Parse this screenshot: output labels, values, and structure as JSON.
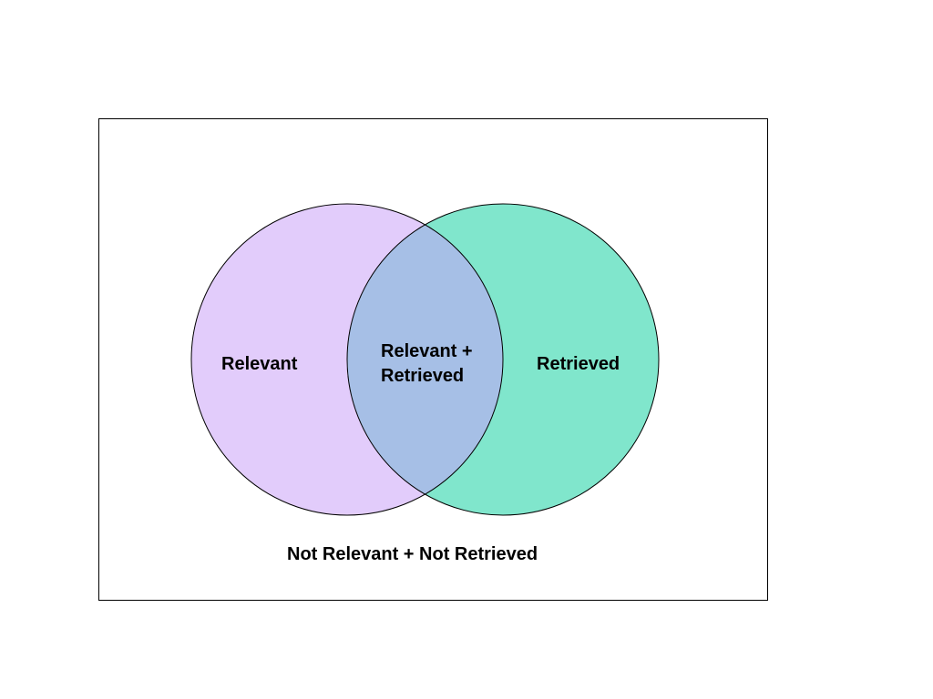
{
  "diagram": {
    "labels": {
      "relevant": "Relevant",
      "retrieved": "Retrieved",
      "intersection_line1": "Relevant +",
      "intersection_line2": "Retrieved",
      "outside": "Not Relevant + Not Retrieved"
    },
    "colors": {
      "background": "#ffffff",
      "frame_stroke": "#000000",
      "relevant_fill": "#e2ccfb",
      "retrieved_fill": "#80e6cc",
      "intersection_fill": "#a6bfe6",
      "circle_stroke": "#000000"
    }
  }
}
